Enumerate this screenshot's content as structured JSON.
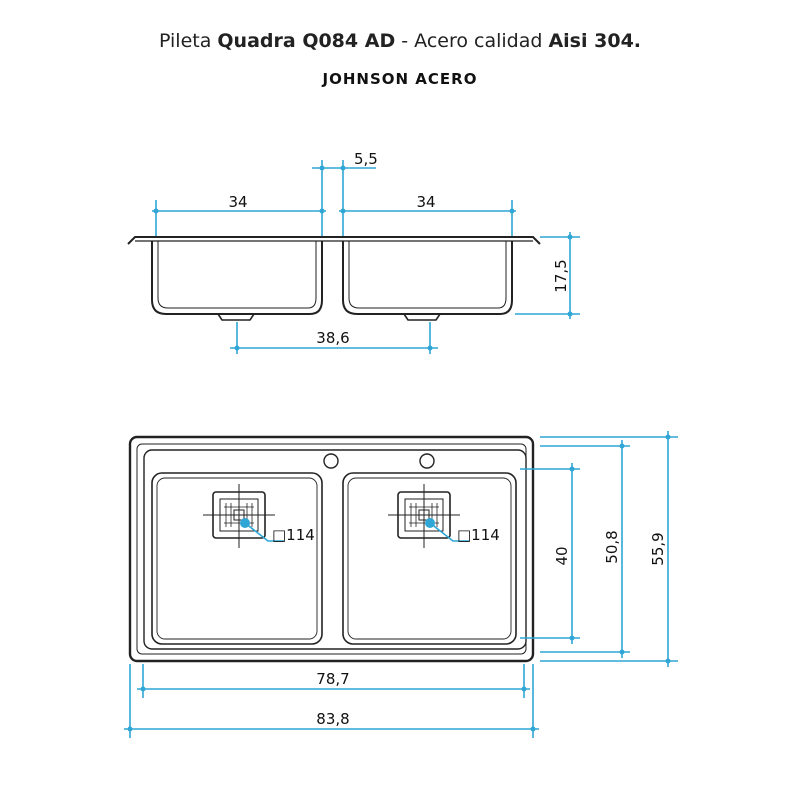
{
  "title": {
    "part1": "Pileta ",
    "model": "Quadra Q084 AD",
    "part2": " - Acero calidad ",
    "material": "Aisi 304."
  },
  "brand": "JOHNSON ACERO",
  "dimensions": {
    "divider_width": "5,5",
    "left_bowl_width": "34",
    "right_bowl_width": "34",
    "bowl_depth": "17,5",
    "drain_spacing": "38,6",
    "inner_width": "78,7",
    "total_width": "83,8",
    "bowl_length": "40",
    "inner_length": "50,8",
    "total_length": "55,9"
  },
  "drains": {
    "left_label": "□114",
    "right_label": "□114"
  },
  "colors": {
    "dimension_lines": "#2fa6d6",
    "outline": "#222222",
    "text": "#111111"
  }
}
